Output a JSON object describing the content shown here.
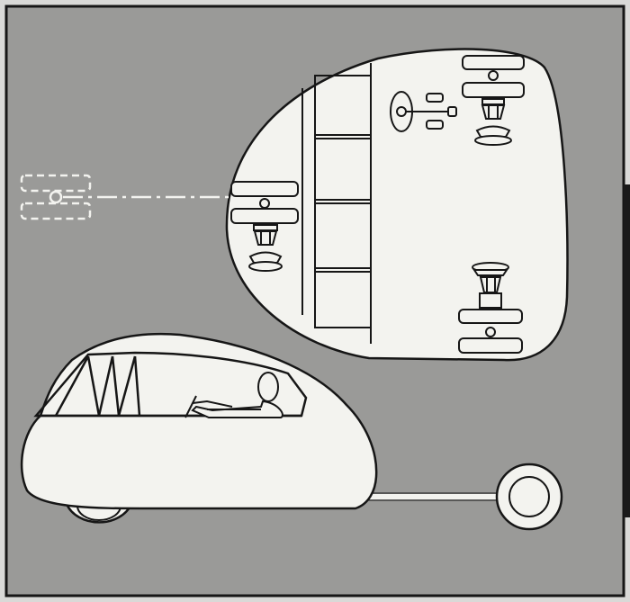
{
  "figure": {
    "colors": {
      "page": "#d9d9d7",
      "panel": "#9a9a98",
      "line": "#161616",
      "fill": "#f3f3ef",
      "edge_strip": "#1a1a1a"
    },
    "parts": [
      "plan-view-cutaway",
      "side-view-vehicle",
      "driver-figure",
      "steering-wheel-icon",
      "tow-bar",
      "trailing-wheel",
      "swivel-caster-icon",
      "remote-wheelbase-outline"
    ]
  }
}
